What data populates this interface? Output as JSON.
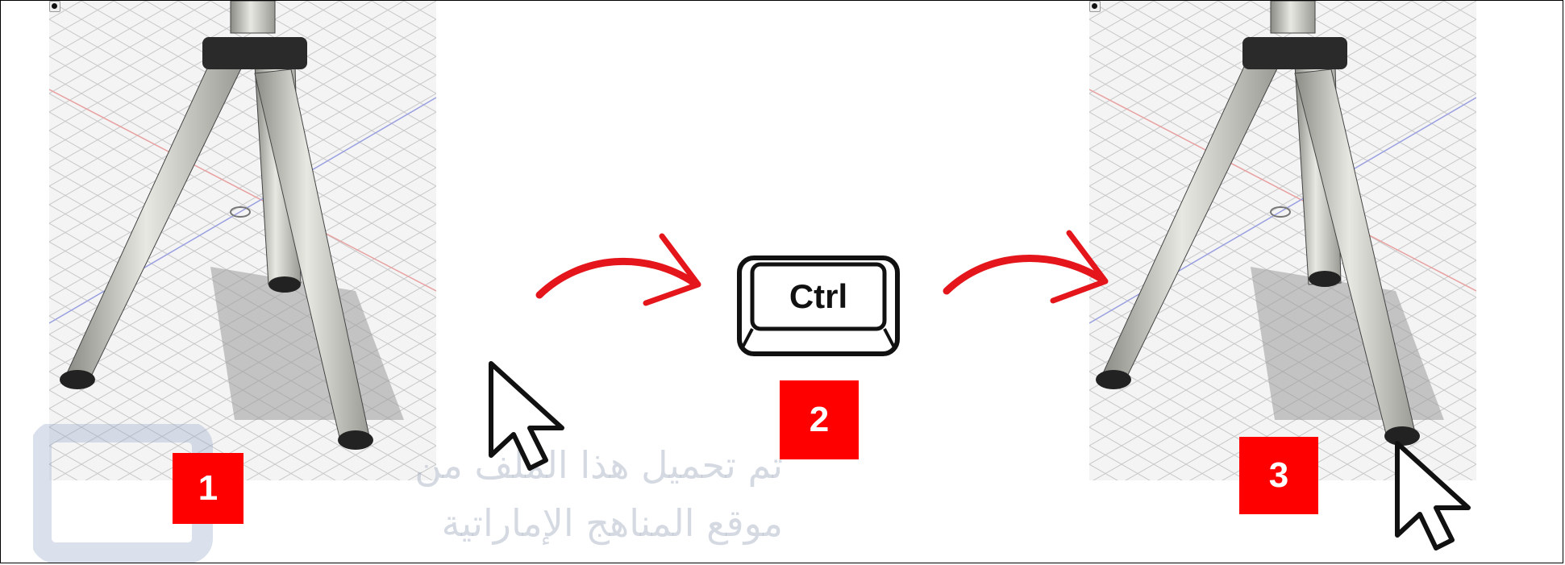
{
  "steps": [
    "1",
    "2",
    "3"
  ],
  "keys": {
    "ctrl": "Ctrl"
  },
  "watermark": {
    "line1": "تم تحميل هذا الملف من",
    "line2": "موقع المناهج الإماراتية"
  },
  "colors": {
    "badge": "#ff0000",
    "arrow": "#e4161b"
  },
  "icons": [
    "arrow-right-icon",
    "ctrl-key-icon",
    "mouse-cursor-icon"
  ]
}
